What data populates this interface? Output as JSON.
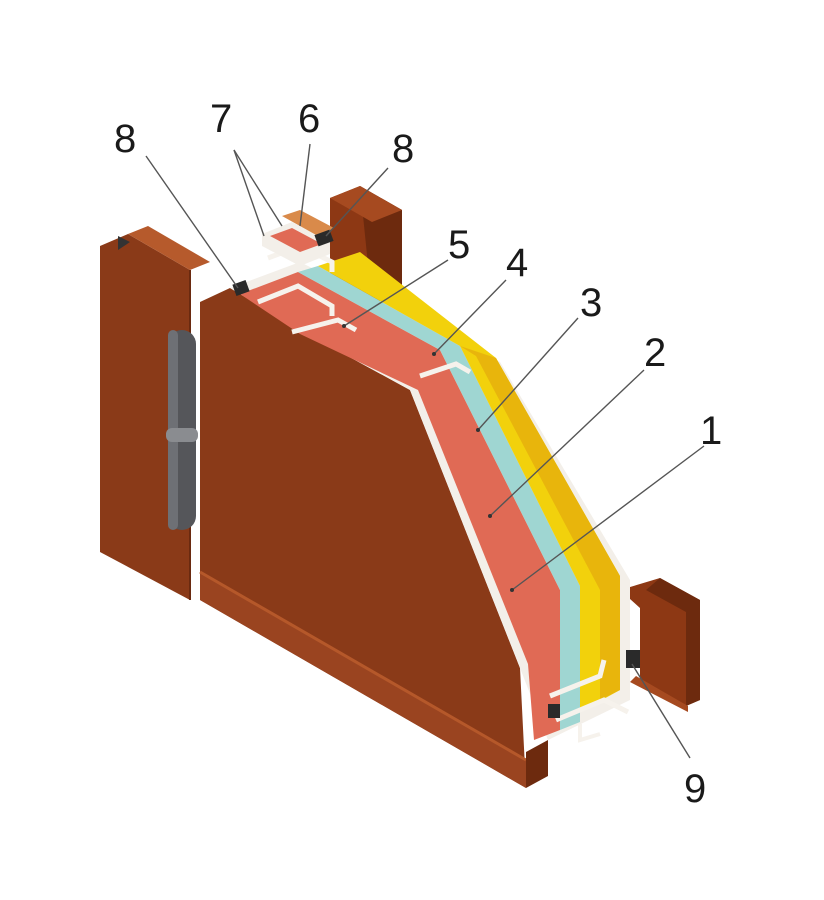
{
  "callouts": {
    "c1": "1",
    "c2": "2",
    "c3": "3",
    "c4": "4",
    "c5": "5",
    "c6": "6",
    "c7": "7",
    "c8_left": "8",
    "c8_right": "8",
    "c9": "9"
  },
  "colors": {
    "steel_frame": "#8d3814",
    "steel_face": "#8a3a18",
    "steel_dark": "#6d2a0e",
    "salmon_layer": "#e06a55",
    "cyan_layer": "#9fd6d2",
    "yellow_layer": "#f2d10c",
    "yellow_dark": "#e8b50c",
    "hinge": "#55565a",
    "seal": "#2a2a2a",
    "white_edge": "#f3efe9"
  }
}
